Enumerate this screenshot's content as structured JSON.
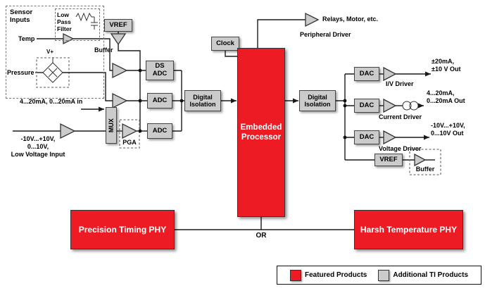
{
  "labels": {
    "sensor_inputs": "Sensor Inputs",
    "low_pass_filter": "Low Pass Filter",
    "temp": "Temp",
    "pressure": "Pressure",
    "v_plus": "V+",
    "current_loop_in": "4...20mA, 0...20mA in",
    "low_voltage_in": "-10V...+10V,\n0...10V,\nLow Voltage Input",
    "vref_left": "VREF",
    "buffer_left": "Buffer",
    "ds_adc": "DS\nADC",
    "adc_2": "ADC",
    "adc_3": "ADC",
    "mux": "MUX",
    "pga": "PGA",
    "digital_isolation_left": "Digital\nIsolation",
    "clock": "Clock",
    "embedded_processor": "Embedded\nProcessor",
    "digital_isolation_right": "Digital\nIsolation",
    "relays": "Relays, Motor, etc.",
    "peripheral_driver": "Peripheral Driver",
    "dac_1": "DAC",
    "dac_2": "DAC",
    "dac_3": "DAC",
    "iv_driver": "I/V Driver",
    "current_driver": "Current Driver",
    "voltage_driver": "Voltage Driver",
    "out_1": "±20mA,\n±10 V Out",
    "out_2": "4...20mA,\n0...20mA Out",
    "out_3": "-10V...+10V,\n0...10V Out",
    "vref_right": "VREF",
    "buffer_right": "Buffer",
    "phy_left": "Precision Timing PHY",
    "phy_right": "Harsh Temperature PHY",
    "or": "OR"
  },
  "legend": {
    "featured_label": "Featured Products",
    "additional_label": "Additional TI Products"
  },
  "colors": {
    "featured": "#ed1c24",
    "additional": "#cbcbcb",
    "wire": "#1a1a1a"
  }
}
